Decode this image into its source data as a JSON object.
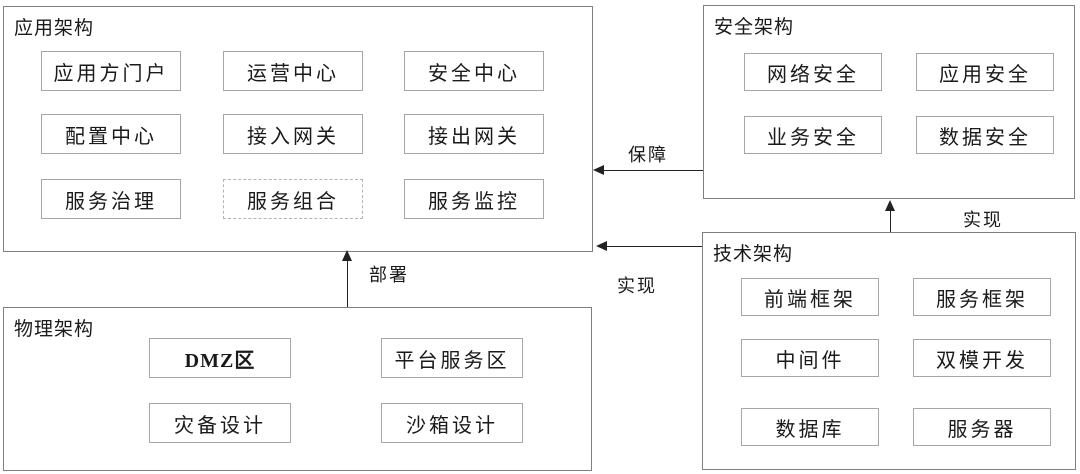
{
  "panels": [
    {
      "id": "application",
      "title": "应用架构",
      "items": [
        {
          "label": "应用方门户"
        },
        {
          "label": "运营中心"
        },
        {
          "label": "安全中心"
        },
        {
          "label": "配置中心"
        },
        {
          "label": "接入网关"
        },
        {
          "label": "接出网关"
        },
        {
          "label": "服务治理"
        },
        {
          "label": "服务组合",
          "border": "dashed"
        },
        {
          "label": "服务监控"
        }
      ]
    },
    {
      "id": "security",
      "title": "安全架构",
      "items": [
        {
          "label": "网络安全"
        },
        {
          "label": "应用安全"
        },
        {
          "label": "业务安全"
        },
        {
          "label": "数据安全"
        }
      ]
    },
    {
      "id": "technology",
      "title": "技术架构",
      "items": [
        {
          "label": "前端框架"
        },
        {
          "label": "服务框架"
        },
        {
          "label": "中间件"
        },
        {
          "label": "双模开发"
        },
        {
          "label": "数据库"
        },
        {
          "label": "服务器"
        }
      ]
    },
    {
      "id": "physical",
      "title": "物理架构",
      "items": [
        {
          "label": "DMZ区",
          "style": "bold"
        },
        {
          "label": "平台服务区"
        },
        {
          "label": "灾备设计"
        },
        {
          "label": "沙箱设计"
        }
      ]
    }
  ],
  "arrows": [
    {
      "label": "保障",
      "from": "安全架构",
      "to": "应用架构",
      "direction": "left"
    },
    {
      "label": "实现",
      "from": "技术架构",
      "to": "安全架构",
      "direction": "up"
    },
    {
      "label": "实现",
      "from": "技术架构",
      "to": "应用架构",
      "direction": "left"
    },
    {
      "label": "部署",
      "from": "物理架构",
      "to": "应用架构",
      "direction": "up"
    }
  ],
  "colors": {
    "background": "#ffffff",
    "panel_border": "#7f7f7f",
    "cell_border": "#a6a6a6",
    "dashed_cell_border": "#b3b3b3",
    "text": "#1a1a1a",
    "arrow": "#222222"
  }
}
